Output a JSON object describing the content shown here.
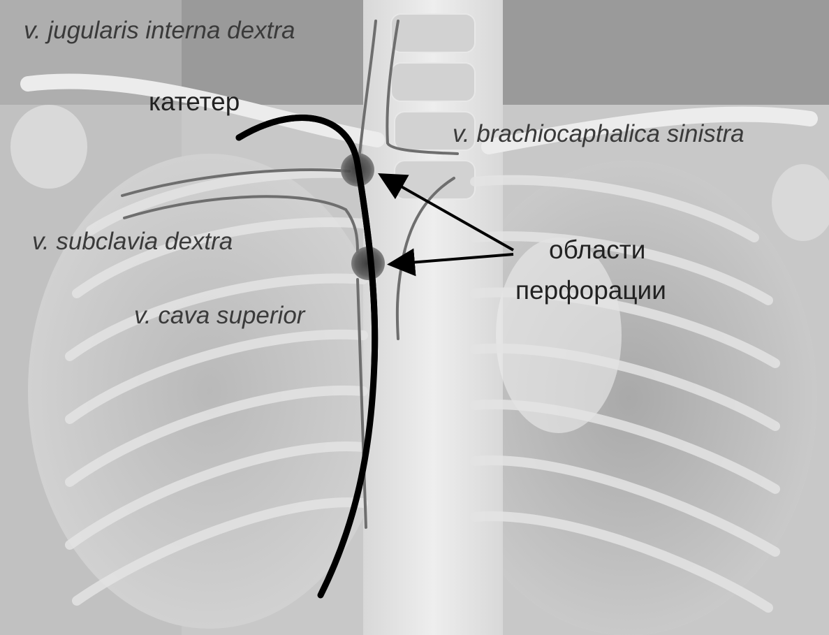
{
  "labels": {
    "jugular": "v. jugularis interna dextra",
    "catheter": "катетер",
    "brachio": "v. brachiocaphalica sinistra",
    "subclavia": "v. subclavia dextra",
    "perf_line1": "области",
    "perf_line2": "перфорации",
    "cava": "v. cava superior"
  },
  "colors": {
    "catheter": "#000000",
    "vessel_outline": "#6e6e6e",
    "perforation_spot": "#3a3a3a",
    "arrow": "#000000"
  },
  "icons": {
    "perforation_marker": "dark-circle",
    "pointer": "arrow"
  }
}
